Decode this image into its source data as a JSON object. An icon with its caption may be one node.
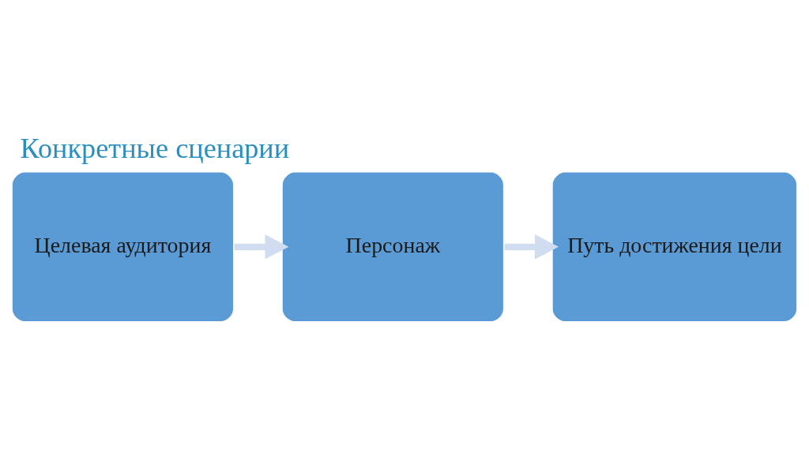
{
  "diagram": {
    "title": "Конкретные сценарии",
    "nodes": [
      {
        "text": [
          "Целевая аудитория"
        ]
      },
      {
        "text": [
          "Персонаж"
        ]
      },
      {
        "text": [
          "Путь достижения цели"
        ]
      }
    ],
    "edges": [
      {
        "from": 0,
        "to": 1,
        "arrow": "to"
      },
      {
        "from": 1,
        "to": 2,
        "arrow": "to"
      }
    ]
  }
}
